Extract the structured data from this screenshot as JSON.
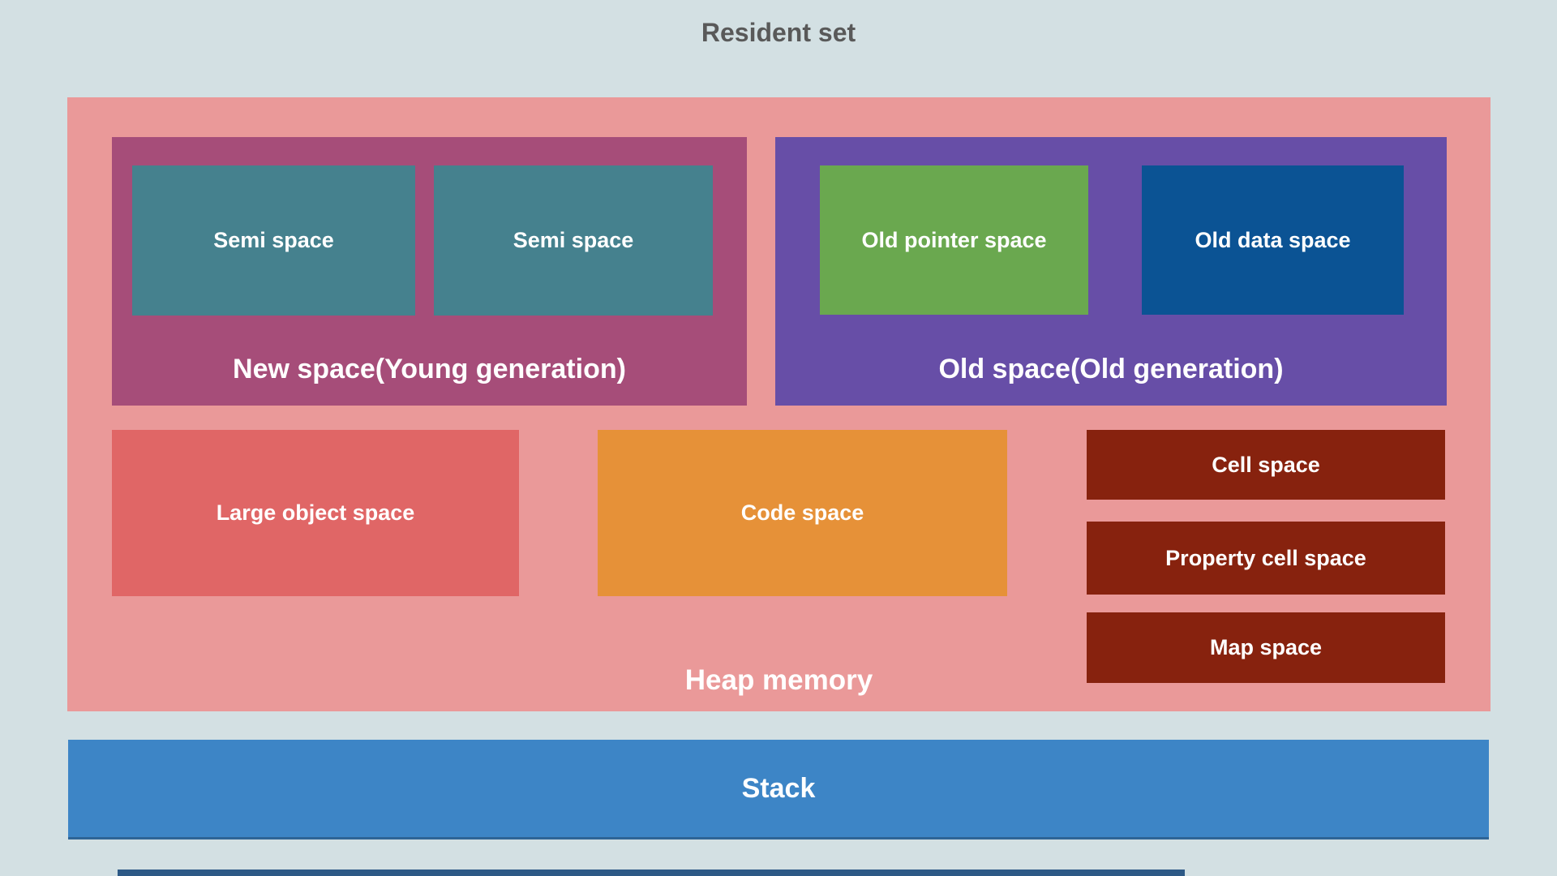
{
  "title": "Resident set",
  "heap": {
    "label": "Heap memory",
    "new_space": {
      "label": "New space(Young generation)",
      "children": [
        "Semi space",
        "Semi space"
      ]
    },
    "old_space": {
      "label": "Old space(Old generation)",
      "children": [
        "Old pointer space",
        "Old data space"
      ]
    },
    "large_object_space": {
      "label": "Large object space"
    },
    "code_space": {
      "label": "Code space"
    },
    "side_spaces": [
      {
        "label": "Cell space"
      },
      {
        "label": "Property cell space"
      },
      {
        "label": "Map space"
      }
    ]
  },
  "stack": {
    "label": "Stack"
  },
  "colors": {
    "background": "#d3e0e3",
    "title_text": "#595959",
    "label_text": "#ffffff",
    "heap": "#ea9999",
    "new_space": "#a64d79",
    "semi_space": "#45818e",
    "old_space": "#674ea7",
    "old_pointer_space": "#6aa84f",
    "old_data_space": "#0b5394",
    "large_object_space": "#e06666",
    "code_space": "#e69138",
    "cell_space": "#87220e",
    "stack": "#3d85c6",
    "bottom_partial_bar": "#2d5986"
  }
}
